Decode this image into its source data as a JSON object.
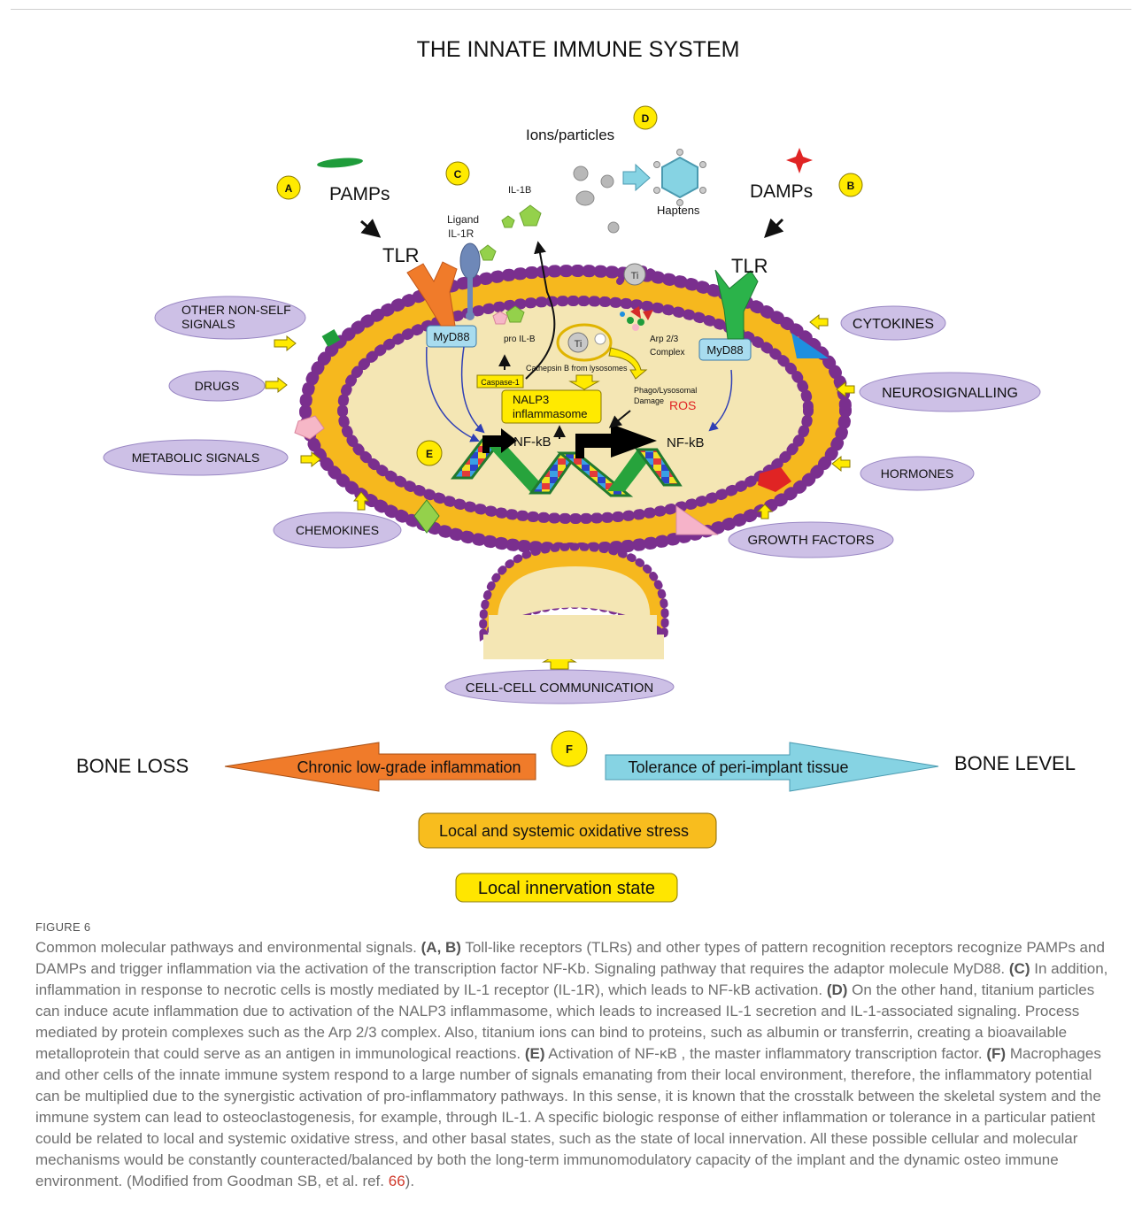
{
  "title": "THE INNATE IMMUNE SYSTEM",
  "colors": {
    "cell_fill": "#f4e6b4",
    "membrane_yellow": "#f6b81e",
    "membrane_purple": "#7a2f8e",
    "signal_bubble": "#cdc0e6",
    "marker_yellow": "#ffea00",
    "orange_arrow": "#f07b2a",
    "blue_arrow": "#86d3e3",
    "oxidative_box": "#f8bd1e",
    "innervation_box": "#ffe600",
    "ref_link": "#d0392b"
  },
  "markers": {
    "A": "A",
    "B": "B",
    "C": "C",
    "D": "D",
    "E": "E",
    "F": "F"
  },
  "labels": {
    "pamps": "PAMPs",
    "damps": "DAMPs",
    "tlr_left": "TLR",
    "tlr_right": "TLR",
    "ions_particles": "Ions/particles",
    "haptens": "Haptens",
    "il1b": "IL-1B",
    "ligand": "Ligand",
    "il1r": "IL-1R",
    "ti_outside": "Ti",
    "ti_inside": "Ti",
    "myd88_left": "MyD88",
    "myd88_right": "MyD88",
    "pro_il_b": "pro IL-B",
    "caspase1": "Caspase-1",
    "cathepsin": "Cathepsin B from lysosomes",
    "nalp3_line1": "NALP3",
    "nalp3_line2": "inflammasome",
    "arp_line1": "Arp 2/3",
    "arp_line2": "Complex",
    "phago_line1": "Phago/Lysosomal",
    "phago_line2": "Damage",
    "ros": "ROS",
    "nfkb_left": "NF-kB",
    "nfkb_right": "NF-kB"
  },
  "signals": {
    "other_line1": "OTHER NON-SELF",
    "other_line2": "SIGNALS",
    "drugs": "DRUGS",
    "metabolic": "METABOLIC SIGNALS",
    "chemokines": "CHEMOKINES",
    "cytokines": "CYTOKINES",
    "neurosignalling": "NEUROSIGNALLING",
    "hormones": "HORMONES",
    "growth_factors": "GROWTH FACTORS",
    "cell_cell": "CELL-CELL COMMUNICATION"
  },
  "bottom": {
    "bone_loss": "BONE LOSS",
    "bone_level": "BONE LEVEL",
    "chronic": "Chronic low-grade inflammation",
    "tolerance": "Tolerance of peri-implant tissue",
    "oxidative": "Local and systemic oxidative stress",
    "innervation": "Local innervation state"
  },
  "caption": {
    "figure_label": "FIGURE 6",
    "intro": "Common molecular pathways and environmental signals.",
    "ab_label": "(A, B)",
    "ab_text": "Toll-like receptors (TLRs) and other types of pattern recognition receptors recognize PAMPs and DAMPs and trigger inflammation via the activation of the transcription factor NF-Kb. Signaling pathway that requires the adaptor molecule MyD88.",
    "c_label": "(C)",
    "c_text": "In addition, inflammation in response to necrotic cells is mostly mediated by IL-1 receptor (IL-1R), which leads to NF-kB activation.",
    "d_label": "(D)",
    "d_text": "On the other hand, titanium particles can induce acute inflammation due to activation of the NALP3 inflammasome, which leads to increased IL-1 secretion and IL-1-associated signaling. Process mediated by protein complexes such as the Arp 2/3 complex. Also, titanium ions can bind to proteins, such as albumin or transferrin, creating a bioavailable metalloprotein that could serve as an antigen in immunological reactions.",
    "e_label": "(E)",
    "e_text": "Activation of NF-κB , the master inflammatory transcription factor.",
    "f_label": "(F)",
    "f_text": "Macrophages and other cells of the innate immune system respond to a large number of signals emanating from their local environment, therefore, the inflammatory potential can be multiplied due to the synergistic activation of pro-inflammatory pathways. In this sense, it is known that the crosstalk between the skeletal system and the immune system can lead to osteoclastogenesis, for example, through IL-1. A specific biologic response of either inflammation or tolerance in a particular patient could be related to local and systemic oxidative stress, and other basal states, such as the state of local innervation. All these possible cellular and molecular mechanisms would be constantly counteracted/balanced by both the long-term immunomodulatory capacity of the implant and the dynamic osteo immune environment. (Modified from Goodman SB, et al. ref.",
    "ref_number": "66",
    "closing": ")."
  }
}
